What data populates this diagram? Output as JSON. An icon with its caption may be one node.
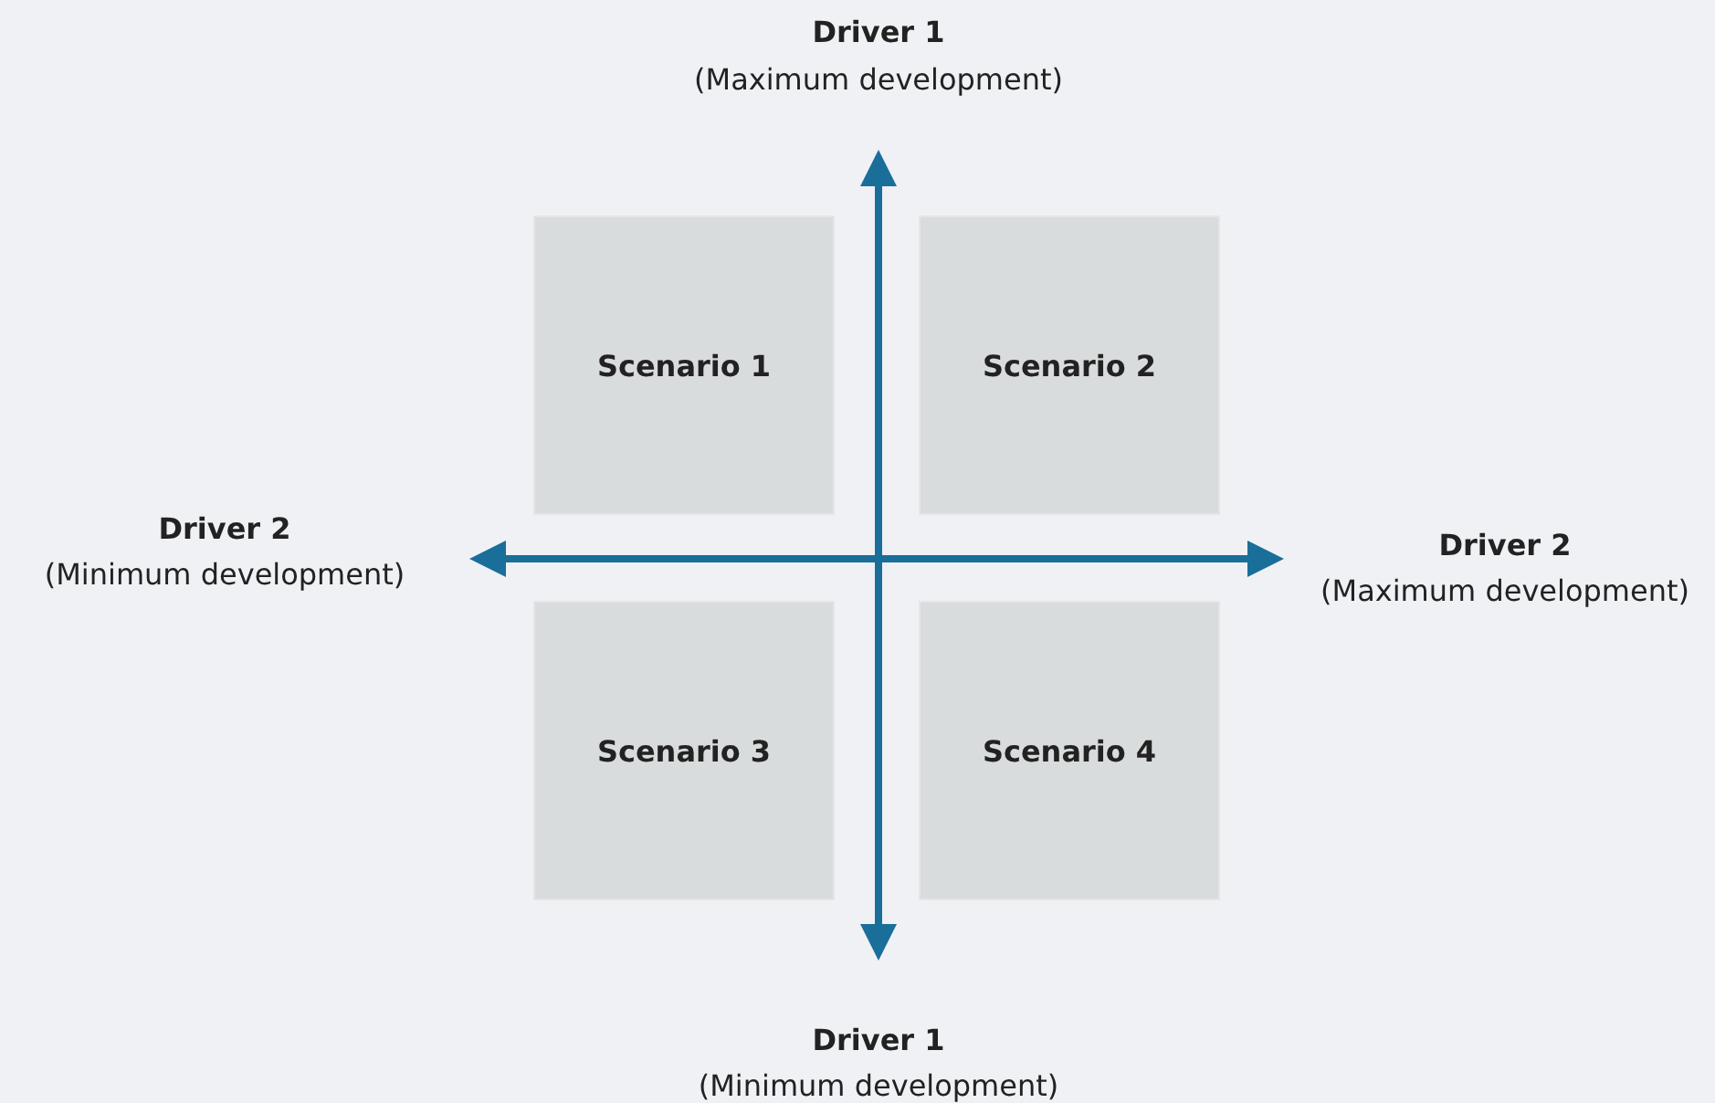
{
  "diagram": {
    "nodes": [
      {
        "text": [
          "Scenario 1"
        ]
      },
      {
        "text": [
          "Scenario 2"
        ]
      },
      {
        "text": [
          "Scenario 3"
        ]
      },
      {
        "text": [
          "Scenario 4"
        ]
      }
    ],
    "labels": [
      "Driver 1",
      "(Maximum development)",
      "Driver 2",
      "(Minimum development)",
      "Driver 2",
      "(Maximum development)",
      "Driver 1",
      "(Minimum development)"
    ]
  }
}
